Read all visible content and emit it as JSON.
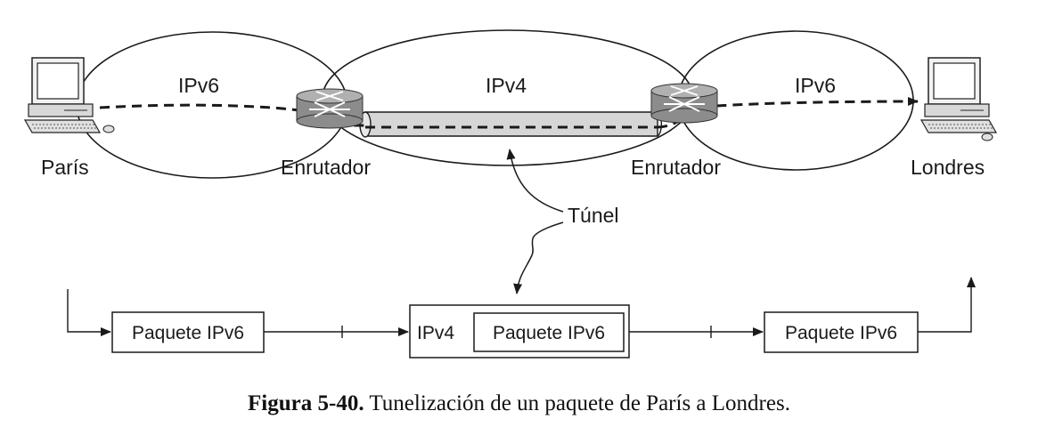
{
  "clouds": {
    "left": "IPv6",
    "middle": "IPv4",
    "right": "IPv6"
  },
  "hosts": {
    "left": "París",
    "right": "Londres"
  },
  "routers": {
    "left": "Enrutador",
    "right": "Enrutador"
  },
  "tunnel_label": "Túnel",
  "packets": {
    "first": "Paquete IPv6",
    "middle_outer": "IPv4",
    "middle_inner": "Paquete IPv6",
    "last": "Paquete IPv6"
  },
  "caption": {
    "number": "Figura 5-40.",
    "text": "Tunelización de un paquete de París a Londres."
  },
  "colors": {
    "router_fill": "#9a9a9a",
    "tunnel_fill": "#d6d6d6",
    "line": "#1a1a1a"
  }
}
